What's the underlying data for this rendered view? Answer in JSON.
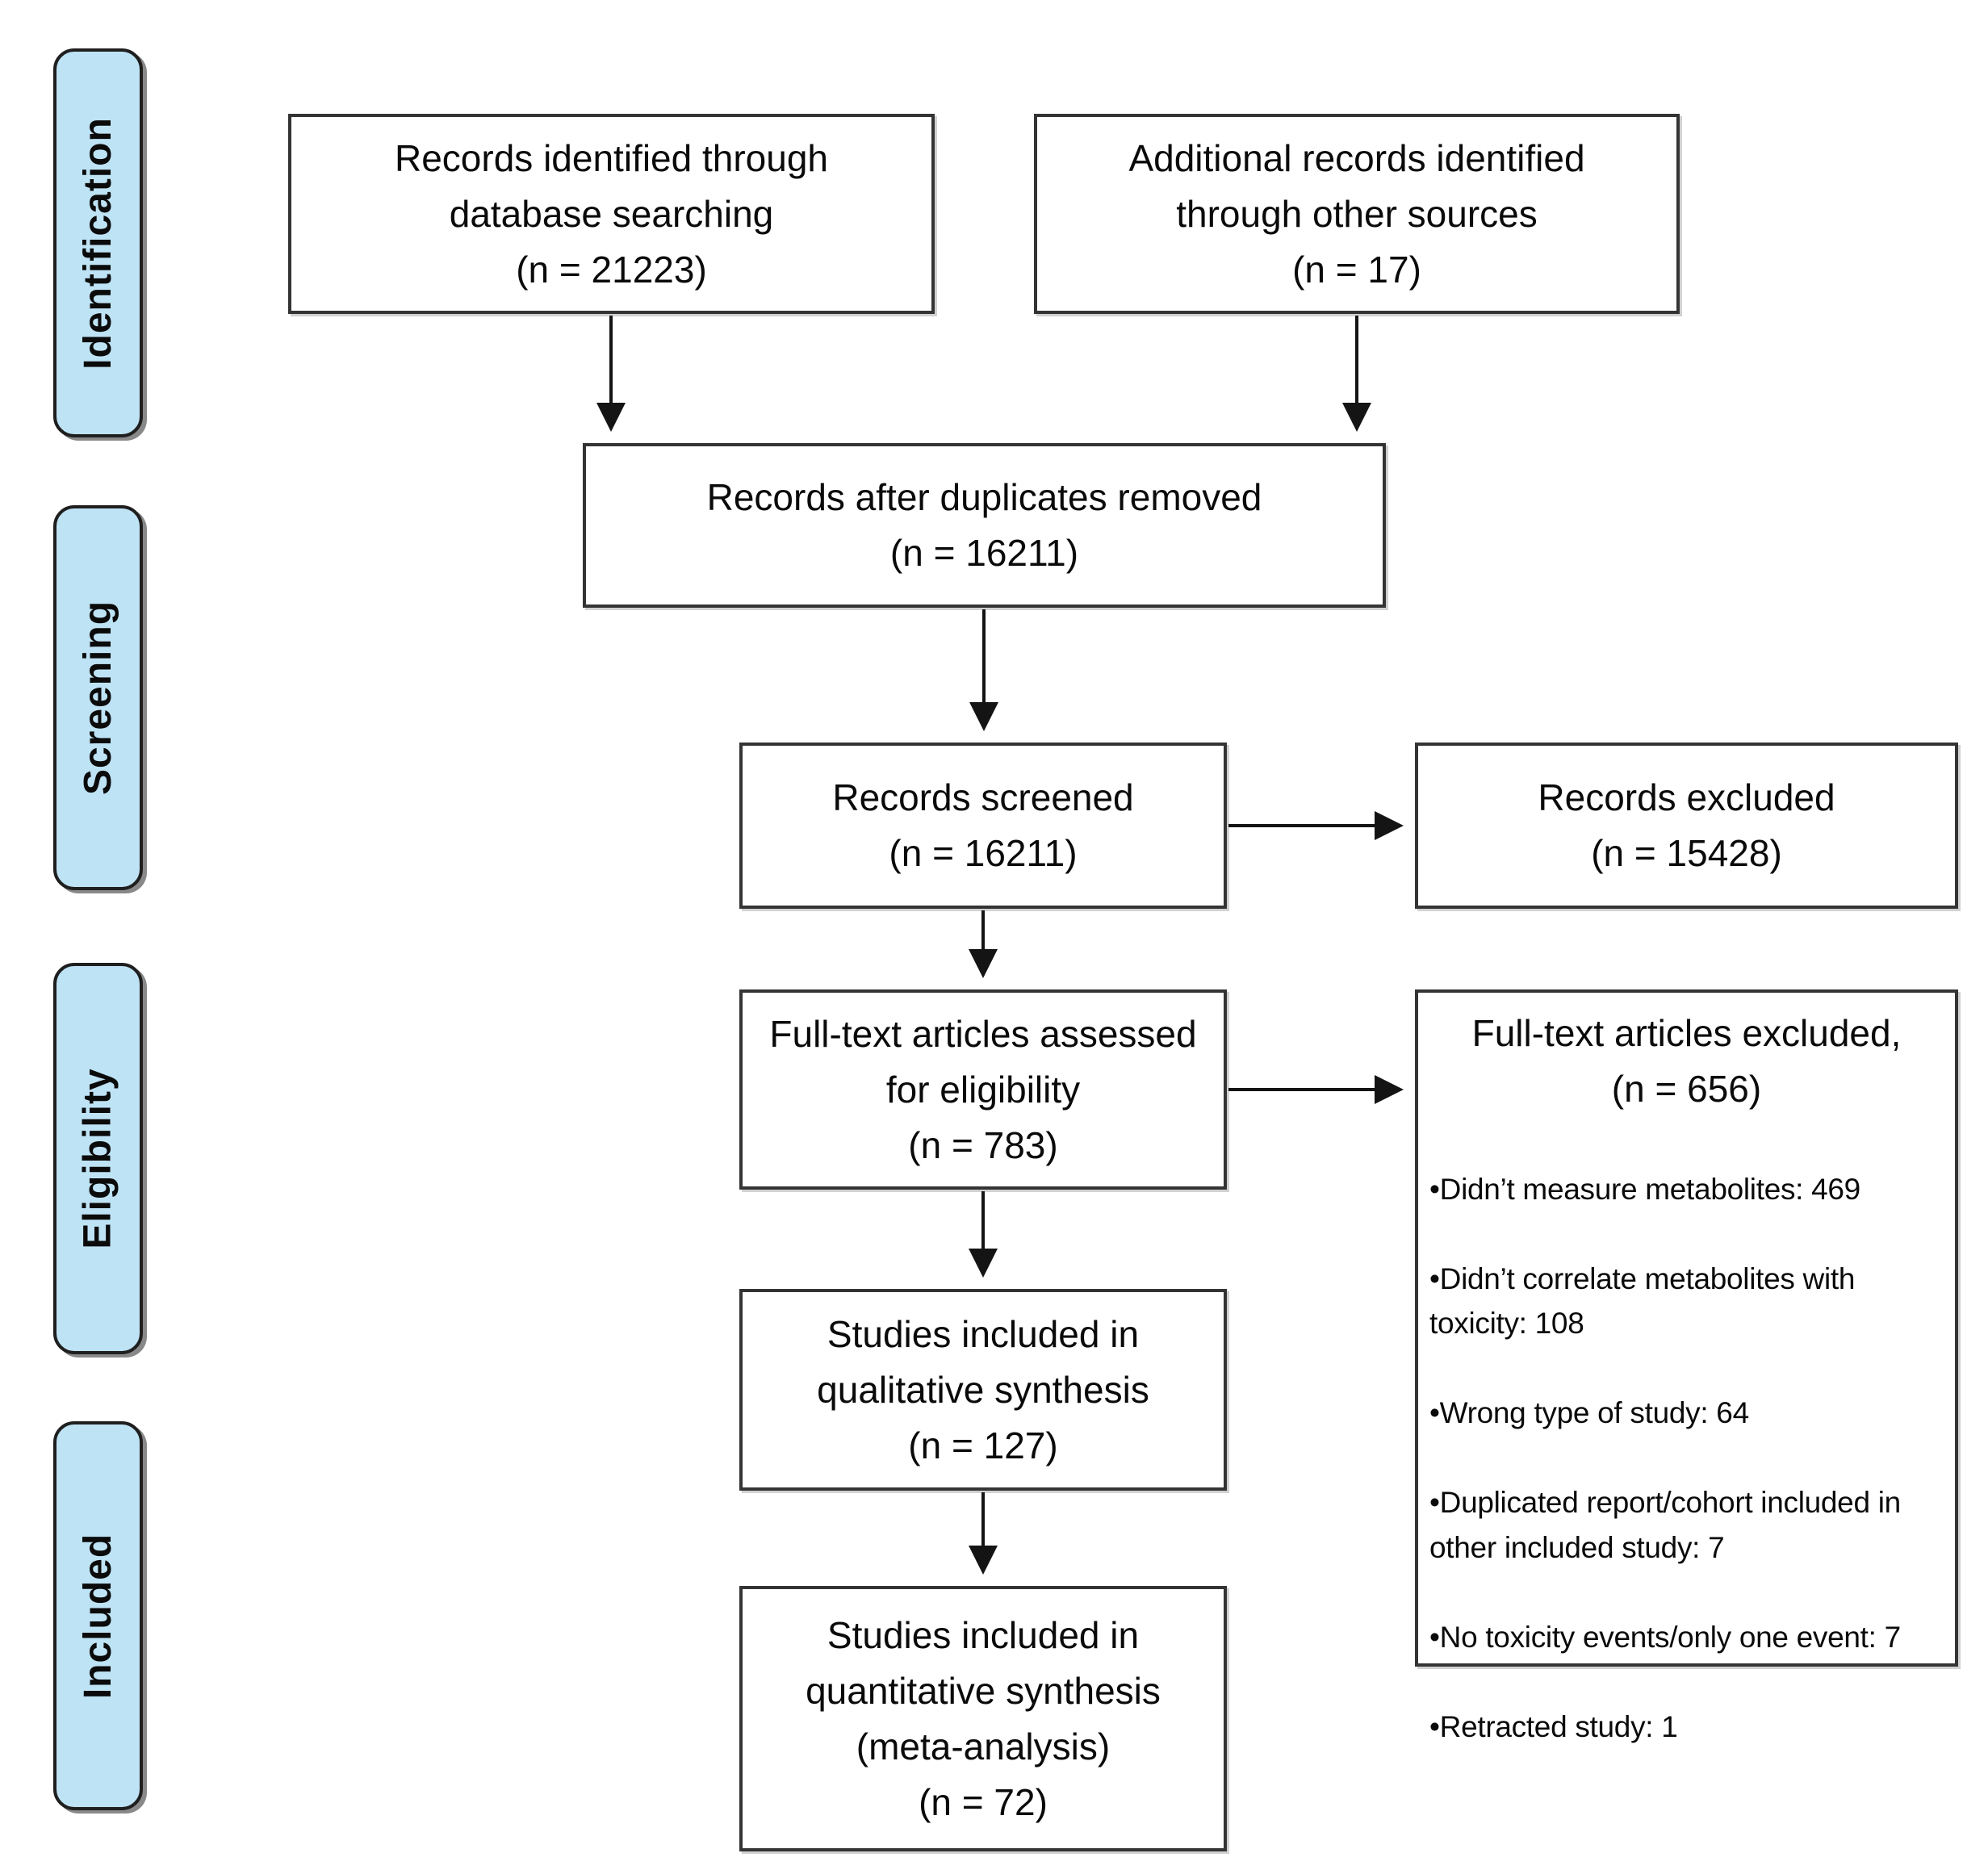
{
  "diagram": {
    "type": "prisma-flow",
    "stages": {
      "identification": "Identification",
      "screening": "Screening",
      "eligibility": "Eligibility",
      "included": "Included"
    },
    "boxes": {
      "records_identified": "Records identified through\ndatabase searching\n(n = 21223)",
      "additional_records": "Additional records identified\nthrough other sources\n(n = 17)",
      "after_duplicates": "Records after duplicates removed\n(n = 16211)",
      "records_screened": "Records screened\n(n = 16211)",
      "records_excluded": "Records excluded\n(n = 15428)",
      "fulltext_assessed": "Full-text articles assessed\nfor eligibility\n(n = 783)",
      "fulltext_excluded": {
        "title": "Full-text articles excluded,\n(n = 656)",
        "reasons": [
          "•Didn’t measure metabolites: 469",
          "•Didn’t correlate metabolites with\ntoxicity: 108",
          "•Wrong type of study: 64",
          "•Duplicated report/cohort included in\nother included study: 7",
          "•No toxicity events/only one event: 7",
          "•Retracted study: 1"
        ]
      },
      "qualitative_synthesis": "Studies included in\nqualitative synthesis\n(n = 127)",
      "quantitative_synthesis": "Studies included in\nquantitative synthesis\n(meta-analysis)\n(n = 72)"
    },
    "counts": {
      "identified_database": 21223,
      "identified_other": 17,
      "after_duplicates": 16211,
      "screened": 16211,
      "records_excluded": 15428,
      "fulltext_assessed": 783,
      "fulltext_excluded": 656,
      "qualitative": 127,
      "quantitative": 72
    },
    "colors": {
      "stage_fill": "#bee3f5",
      "box_border": "#343434",
      "arrow": "#141414",
      "background": "#ffffff"
    }
  }
}
